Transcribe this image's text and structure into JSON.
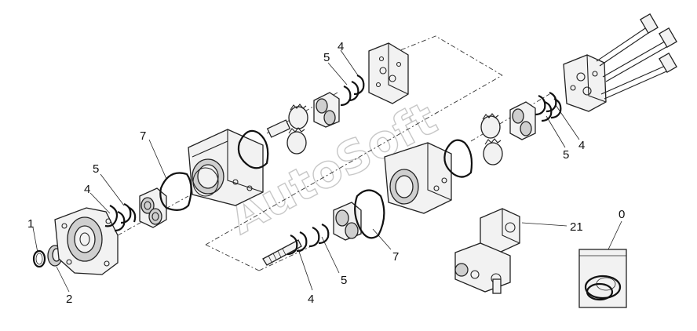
{
  "watermark": {
    "text": "AutoSoft"
  },
  "callouts": [
    {
      "id": "c1",
      "text": "1"
    },
    {
      "id": "c2",
      "text": "2"
    },
    {
      "id": "c4a",
      "text": "4"
    },
    {
      "id": "c5a",
      "text": "5"
    },
    {
      "id": "c7a",
      "text": "7"
    },
    {
      "id": "c5b",
      "text": "5"
    },
    {
      "id": "c4b",
      "text": "4"
    },
    {
      "id": "c4c",
      "text": "4"
    },
    {
      "id": "c5c",
      "text": "5"
    },
    {
      "id": "c7b",
      "text": "7"
    },
    {
      "id": "c5d",
      "text": "5"
    },
    {
      "id": "c4d",
      "text": "4"
    },
    {
      "id": "c21",
      "text": "21"
    },
    {
      "id": "c0",
      "text": "0"
    }
  ]
}
